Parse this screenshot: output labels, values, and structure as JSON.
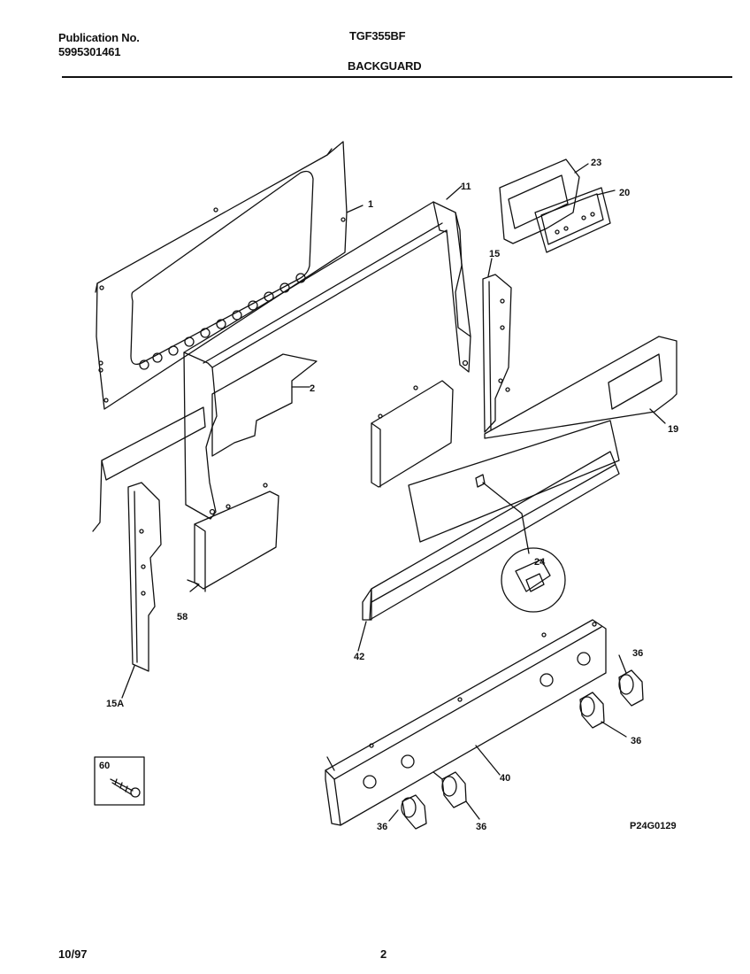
{
  "header": {
    "publication_label": "Publication No.",
    "publication_number": "5995301461",
    "model": "TGF355BF",
    "section": "BACKGUARD"
  },
  "parts": {
    "p1": "1",
    "p2": "2",
    "p11": "11",
    "p15": "15",
    "p15a": "15A",
    "p19": "19",
    "p20": "20",
    "p23": "23",
    "p24": "24",
    "p36a": "36",
    "p36b": "36",
    "p36c": "36",
    "p36d": "36",
    "p40": "40",
    "p42": "42",
    "p58": "58",
    "p60": "60"
  },
  "diagram_code": "P24G0129",
  "footer": {
    "date": "10/97",
    "page": "2"
  }
}
